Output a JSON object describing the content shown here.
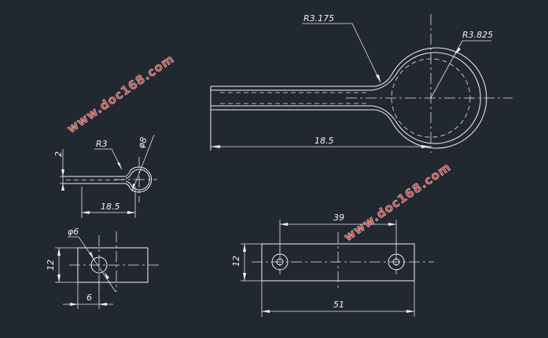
{
  "watermarks": [
    "www.doc168.com",
    "www.doc168.com"
  ],
  "top_view": {
    "radius_small_label": "R3.175",
    "radius_large_label": "R3.825",
    "length_label": "18.5"
  },
  "small_side_view": {
    "thickness_label": "2",
    "radius_label": "R3",
    "diameter_label": "φ8",
    "length_label": "18.5"
  },
  "small_plate_view": {
    "hole_label": "φ6",
    "height_label": "12",
    "offset_label": "6"
  },
  "plate_view": {
    "hole_spacing_label": "39",
    "height_label": "12",
    "length_label": "51"
  }
}
